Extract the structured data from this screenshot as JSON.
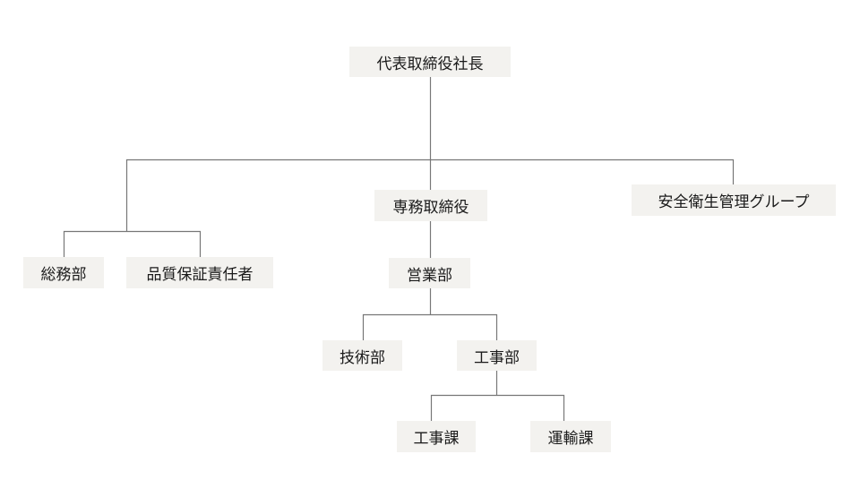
{
  "colors": {
    "box_fill": "#f3f2ef",
    "line": "#777777",
    "text": "#1a1a1a"
  },
  "nodes": {
    "president": "代表取締役社長",
    "senior_director": "専務取締役",
    "safety_group": "安全衛生管理グループ",
    "general_affairs": "総務部",
    "quality_manager": "品質保証責任者",
    "sales": "営業部",
    "engineering": "技術部",
    "construction_dept": "工事部",
    "construction_section": "工事課",
    "transport_section": "運輸課"
  }
}
